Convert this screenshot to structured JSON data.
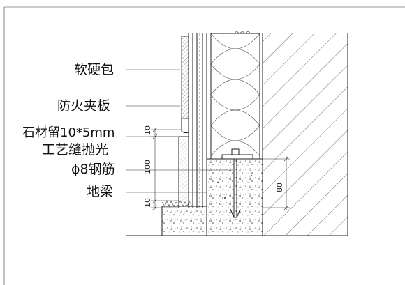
{
  "labels": {
    "soft_hard_pack": "软硬包",
    "fire_board": "防火夹板",
    "stone_groove_line1": "石材留10*5mm",
    "stone_groove_line2": "工艺缝抛光",
    "rebar": "ϕ8钢筋",
    "ground_beam": "地梁"
  },
  "dimensions": {
    "d1": "10",
    "d2": "100",
    "d3": "10",
    "d4": "80"
  }
}
